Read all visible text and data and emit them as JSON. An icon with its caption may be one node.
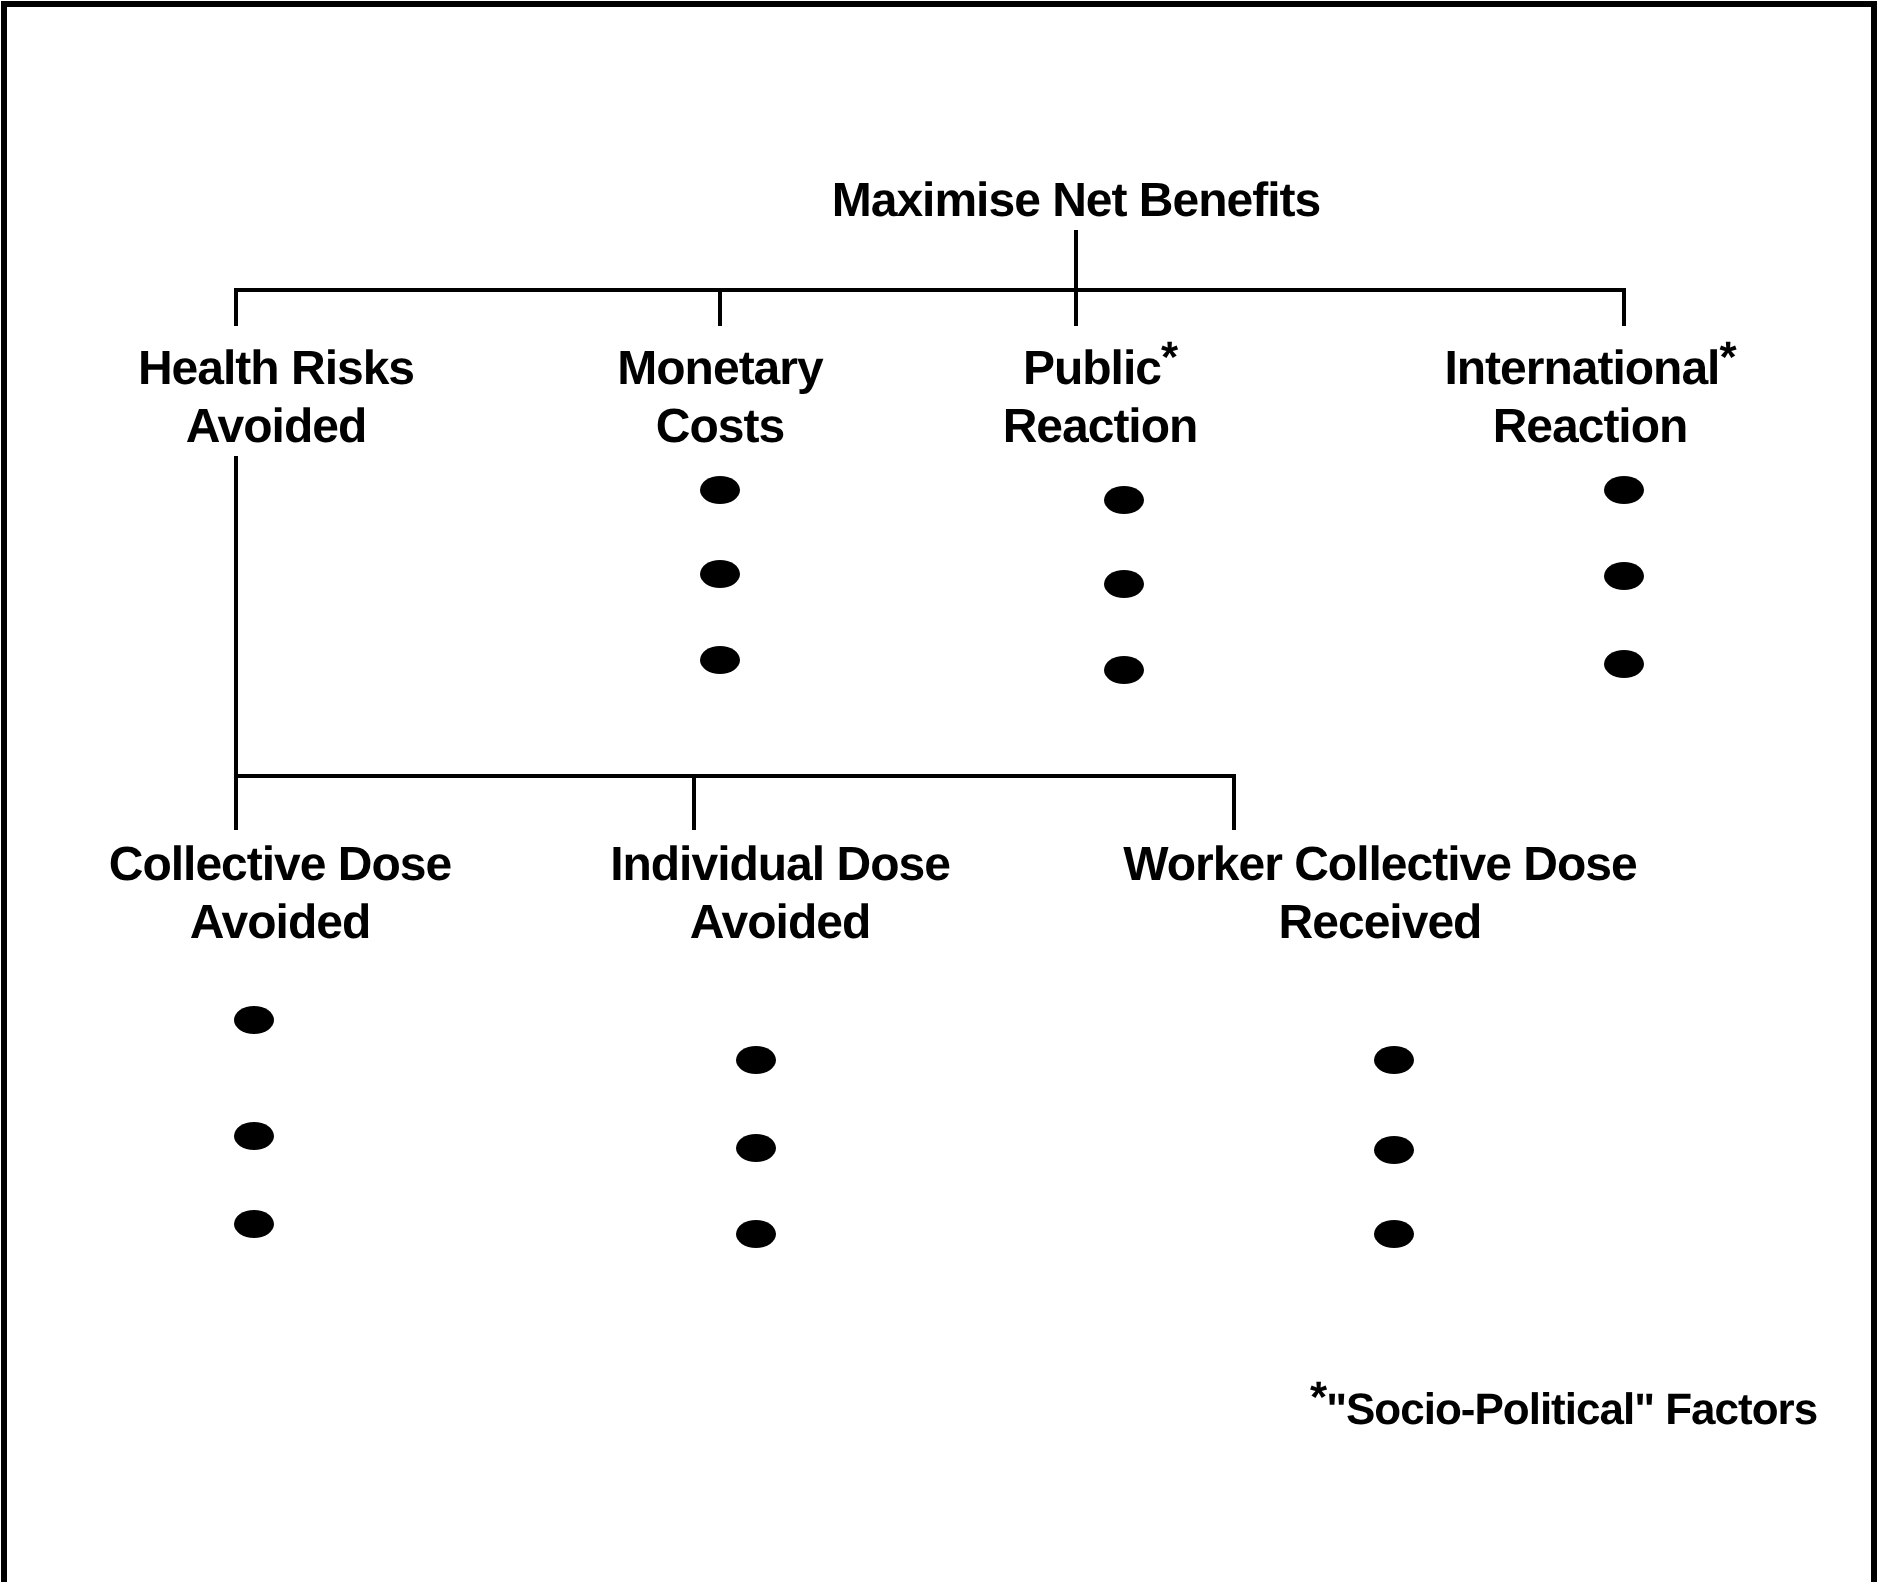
{
  "diagram": {
    "nodes": [
      {
        "text": [
          "Maximise Net Benefits"
        ]
      },
      {
        "text": [
          "Health Risks Avoided"
        ]
      },
      {
        "text": [
          "Monetary Costs"
        ]
      },
      {
        "text": [
          "Public$^{*}$ Reaction"
        ]
      },
      {
        "text": [
          "International$^{*}$ Reaction"
        ]
      },
      {
        "text": [
          "Collective Dose Avoided"
        ]
      },
      {
        "text": [
          "Individual Dose Avoided"
        ]
      },
      {
        "text": [
          "Worker Collective Dose Received"
        ]
      }
    ],
    "edges": [
      {
        "from": 0,
        "to": 1,
        "arrow": "none"
      },
      {
        "from": 0,
        "to": 2,
        "arrow": "none"
      },
      {
        "from": 0,
        "to": 3,
        "arrow": "none"
      },
      {
        "from": 0,
        "to": 4,
        "arrow": "none"
      },
      {
        "from": 1,
        "to": 5,
        "arrow": "none"
      },
      {
        "from": 1,
        "to": 6,
        "arrow": "none"
      },
      {
        "from": 1,
        "to": 7,
        "arrow": "none"
      }
    ],
    "labels": [
      "$^{*}$\"Socio-Political\" Factors"
    ]
  }
}
